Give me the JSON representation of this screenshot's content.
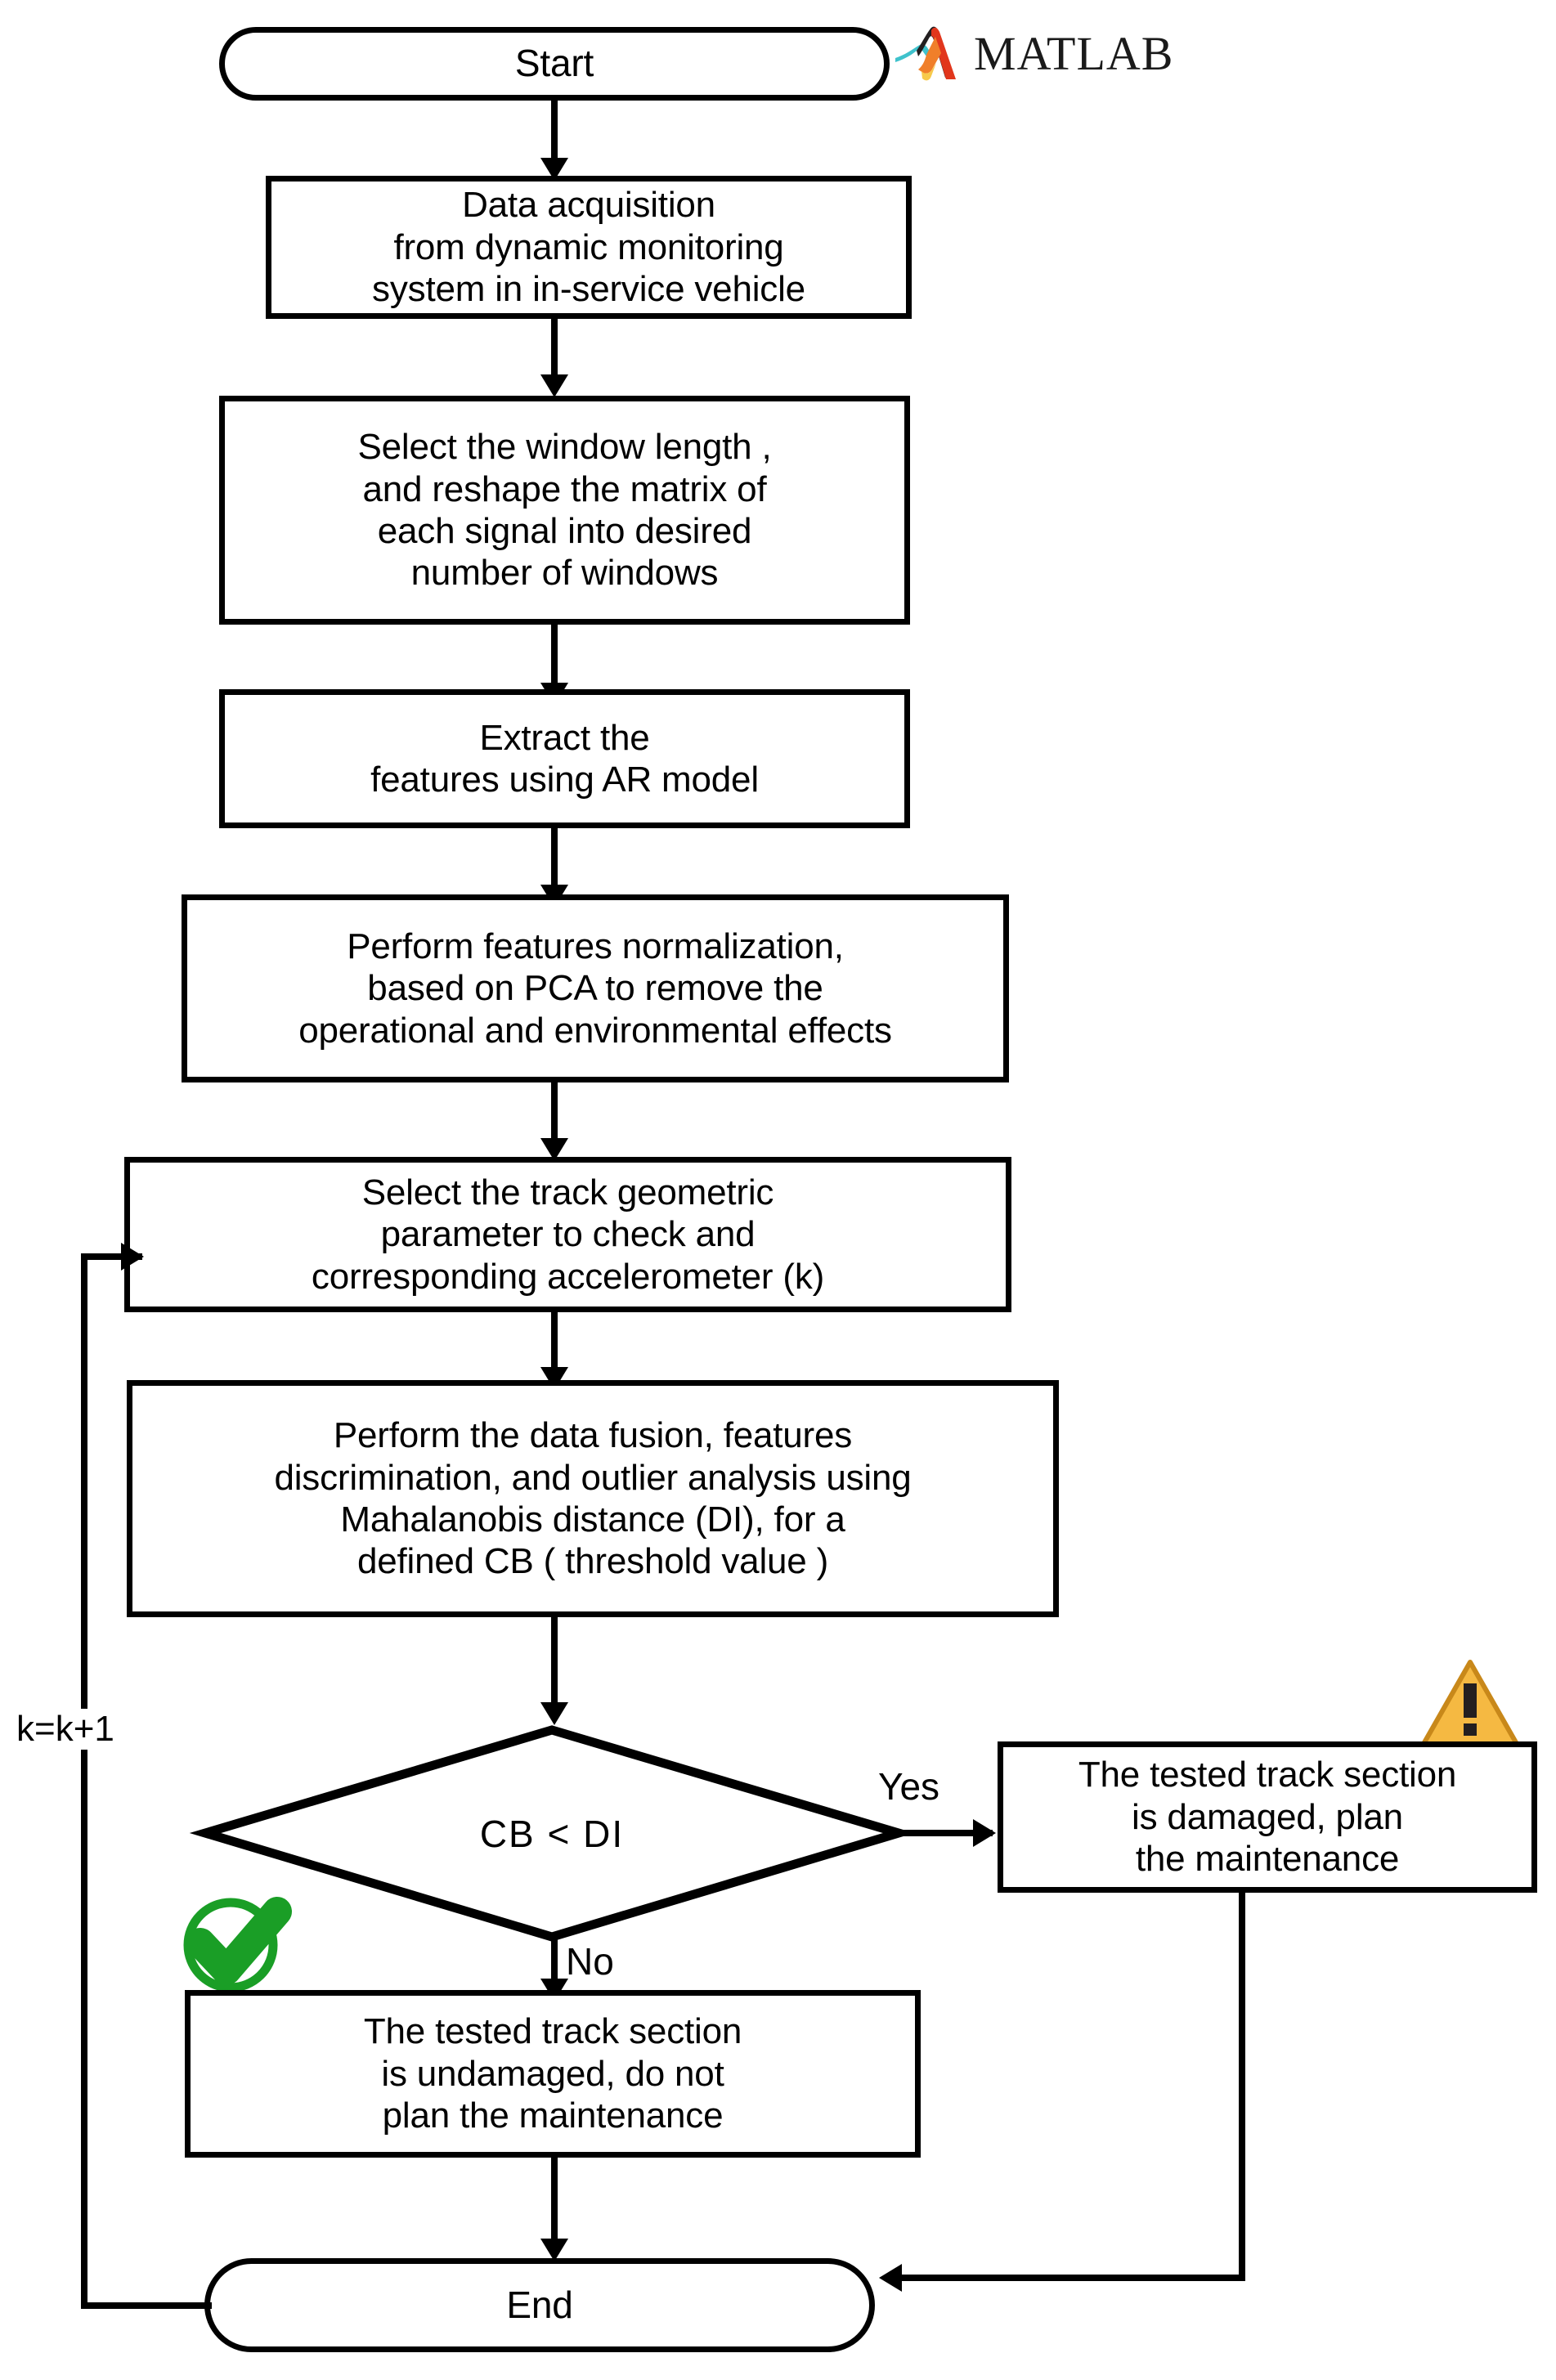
{
  "diagram": {
    "title": "Track condition monitoring flowchart",
    "colors": {
      "line": "#000000",
      "background": "#ffffff",
      "warning_fill": "#f5b942",
      "warning_border": "#c8881a",
      "warning_mark": "#231f20",
      "check_green": "#1a9e26",
      "matlab_red": "#e1361c",
      "matlab_orange": "#f07f2a",
      "matlab_teal": "#3fc2cc",
      "matlab_dark": "#1d1d1b"
    },
    "nodes": {
      "start": {
        "label": "Start",
        "shape": "terminator"
      },
      "data_acquisition": {
        "label": "Data acquisition\nfrom dynamic  monitoring\nsystem in in-service vehicle",
        "shape": "process"
      },
      "window_length": {
        "label": "Select the  window length ,\nand reshape the matrix of\neach signal into desired\nnumber of  windows",
        "shape": "process"
      },
      "extract_features": {
        "label": "Extract the\nfeatures using AR model",
        "shape": "process"
      },
      "normalization": {
        "label": "Perform features normalization,\nbased on PCA to remove the\noperational and environmental effects",
        "shape": "process"
      },
      "select_parameter": {
        "label": "Select the track geometric\nparameter to check and\ncorresponding accelerometer (k)",
        "shape": "process"
      },
      "data_fusion": {
        "label": "Perform the data fusion, features\ndiscrimination,  and outlier analysis using\nMahalanobis distance (DI),  for a\ndefined CB (  threshold value )",
        "shape": "process"
      },
      "decision": {
        "label": "CB  <  DI",
        "shape": "decision"
      },
      "damaged": {
        "label": "The tested track section\nis damaged, plan\nthe maintenance",
        "shape": "process"
      },
      "undamaged": {
        "label": "The tested track section\nis undamaged, do not\nplan the maintenance",
        "shape": "process"
      },
      "end": {
        "label": "End",
        "shape": "terminator"
      }
    },
    "edge_labels": {
      "yes": "Yes",
      "no": "No",
      "increment": "k=k+1"
    },
    "icons": {
      "matlab": {
        "name": "matlab-logo",
        "wordmark": "MATLAB"
      },
      "warning": {
        "name": "warning-triangle-icon",
        "glyph": "!"
      },
      "check": {
        "name": "green-check-icon",
        "glyph": "check"
      }
    }
  }
}
